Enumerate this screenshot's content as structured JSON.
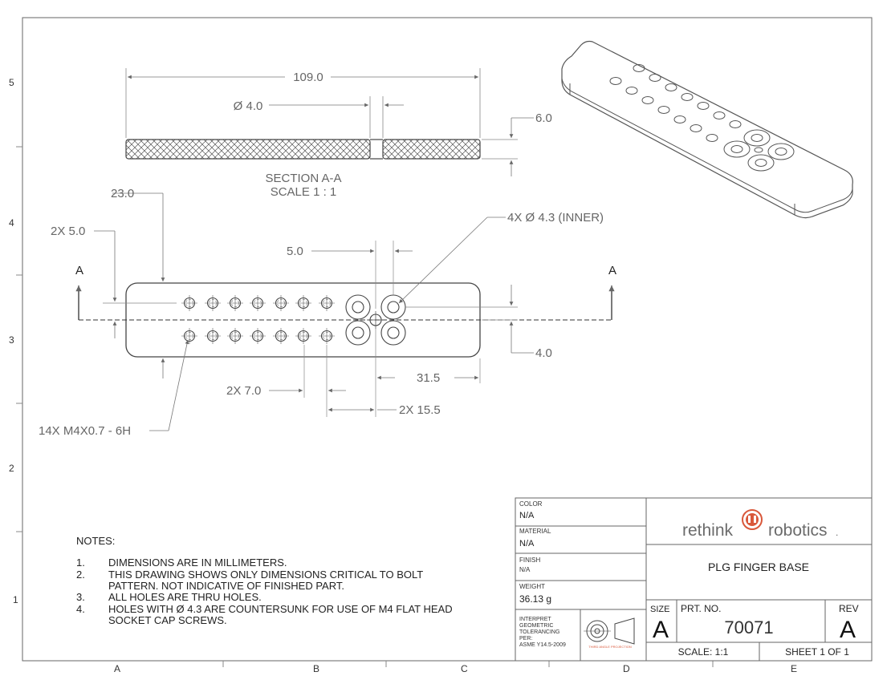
{
  "zones": {
    "rows": [
      "5",
      "4",
      "3",
      "2",
      "1"
    ],
    "cols": [
      "A",
      "B",
      "C",
      "D",
      "E"
    ]
  },
  "section": {
    "title": "SECTION A-A",
    "scale": "SCALE 1 : 1",
    "dim_length": "109.0",
    "dim_hole": "Ø 4.0",
    "dim_thickness": "6.0"
  },
  "plan": {
    "cut_label_left": "A",
    "cut_label_right": "A",
    "dim_23": "23.0",
    "dim_2x5": "2X 5.0",
    "dim_5": "5.0",
    "dim_inner": "4X  Ø 4.3 (INNER)",
    "dim_4": "4.0",
    "dim_31_5": "31.5",
    "dim_2x7": "2X 7.0",
    "dim_2x15_5": "2X 15.5",
    "dim_thread": "14X M4X0.7 - 6H"
  },
  "notes": {
    "heading": "NOTES:",
    "items": [
      {
        "num": "1.",
        "lines": [
          "DIMENSIONS ARE IN MILLIMETERS."
        ]
      },
      {
        "num": "2.",
        "lines": [
          "THIS DRAWING SHOWS ONLY DIMENSIONS CRITICAL TO BOLT",
          "PATTERN. NOT INDICATIVE OF FINISHED PART."
        ]
      },
      {
        "num": "3.",
        "lines": [
          "ALL HOLES ARE THRU HOLES."
        ]
      },
      {
        "num": "4.",
        "lines": [
          "HOLES WITH  Ø 4.3 ARE COUNTERSUNK FOR USE OF M4 FLAT HEAD",
          "SOCKET CAP SCREWS."
        ]
      }
    ]
  },
  "title_block": {
    "color_label": "COLOR",
    "color_value": "N/A",
    "material_label": "MATERIAL",
    "material_value": "N/A",
    "finish_label": "FINISH",
    "finish_value": "N/A",
    "weight_label": "WEIGHT",
    "weight_value": "36.13 g",
    "tolerancing_lines": [
      "INTERPRET",
      "GEOMETRIC",
      "TOLERANCING",
      "PER:",
      "ASME Y14.5-2009"
    ],
    "projection_label": "THIRD ANGLE PROJECTION",
    "logo_left": "rethink",
    "logo_right": "robotics",
    "logo_suffix": ".",
    "part_title": "PLG FINGER BASE",
    "size_label": "SIZE",
    "size_value": "A",
    "prt_label": "PRT. NO.",
    "prt_value": "70071",
    "rev_label": "REV",
    "rev_value": "A",
    "scale_text": "SCALE: 1:1",
    "sheet_text": "SHEET 1 OF 1"
  },
  "colors": {
    "line": "#555555",
    "dim_line": "#777777",
    "logo": "#6b6b6b",
    "logo_accent": "#d9583b"
  }
}
